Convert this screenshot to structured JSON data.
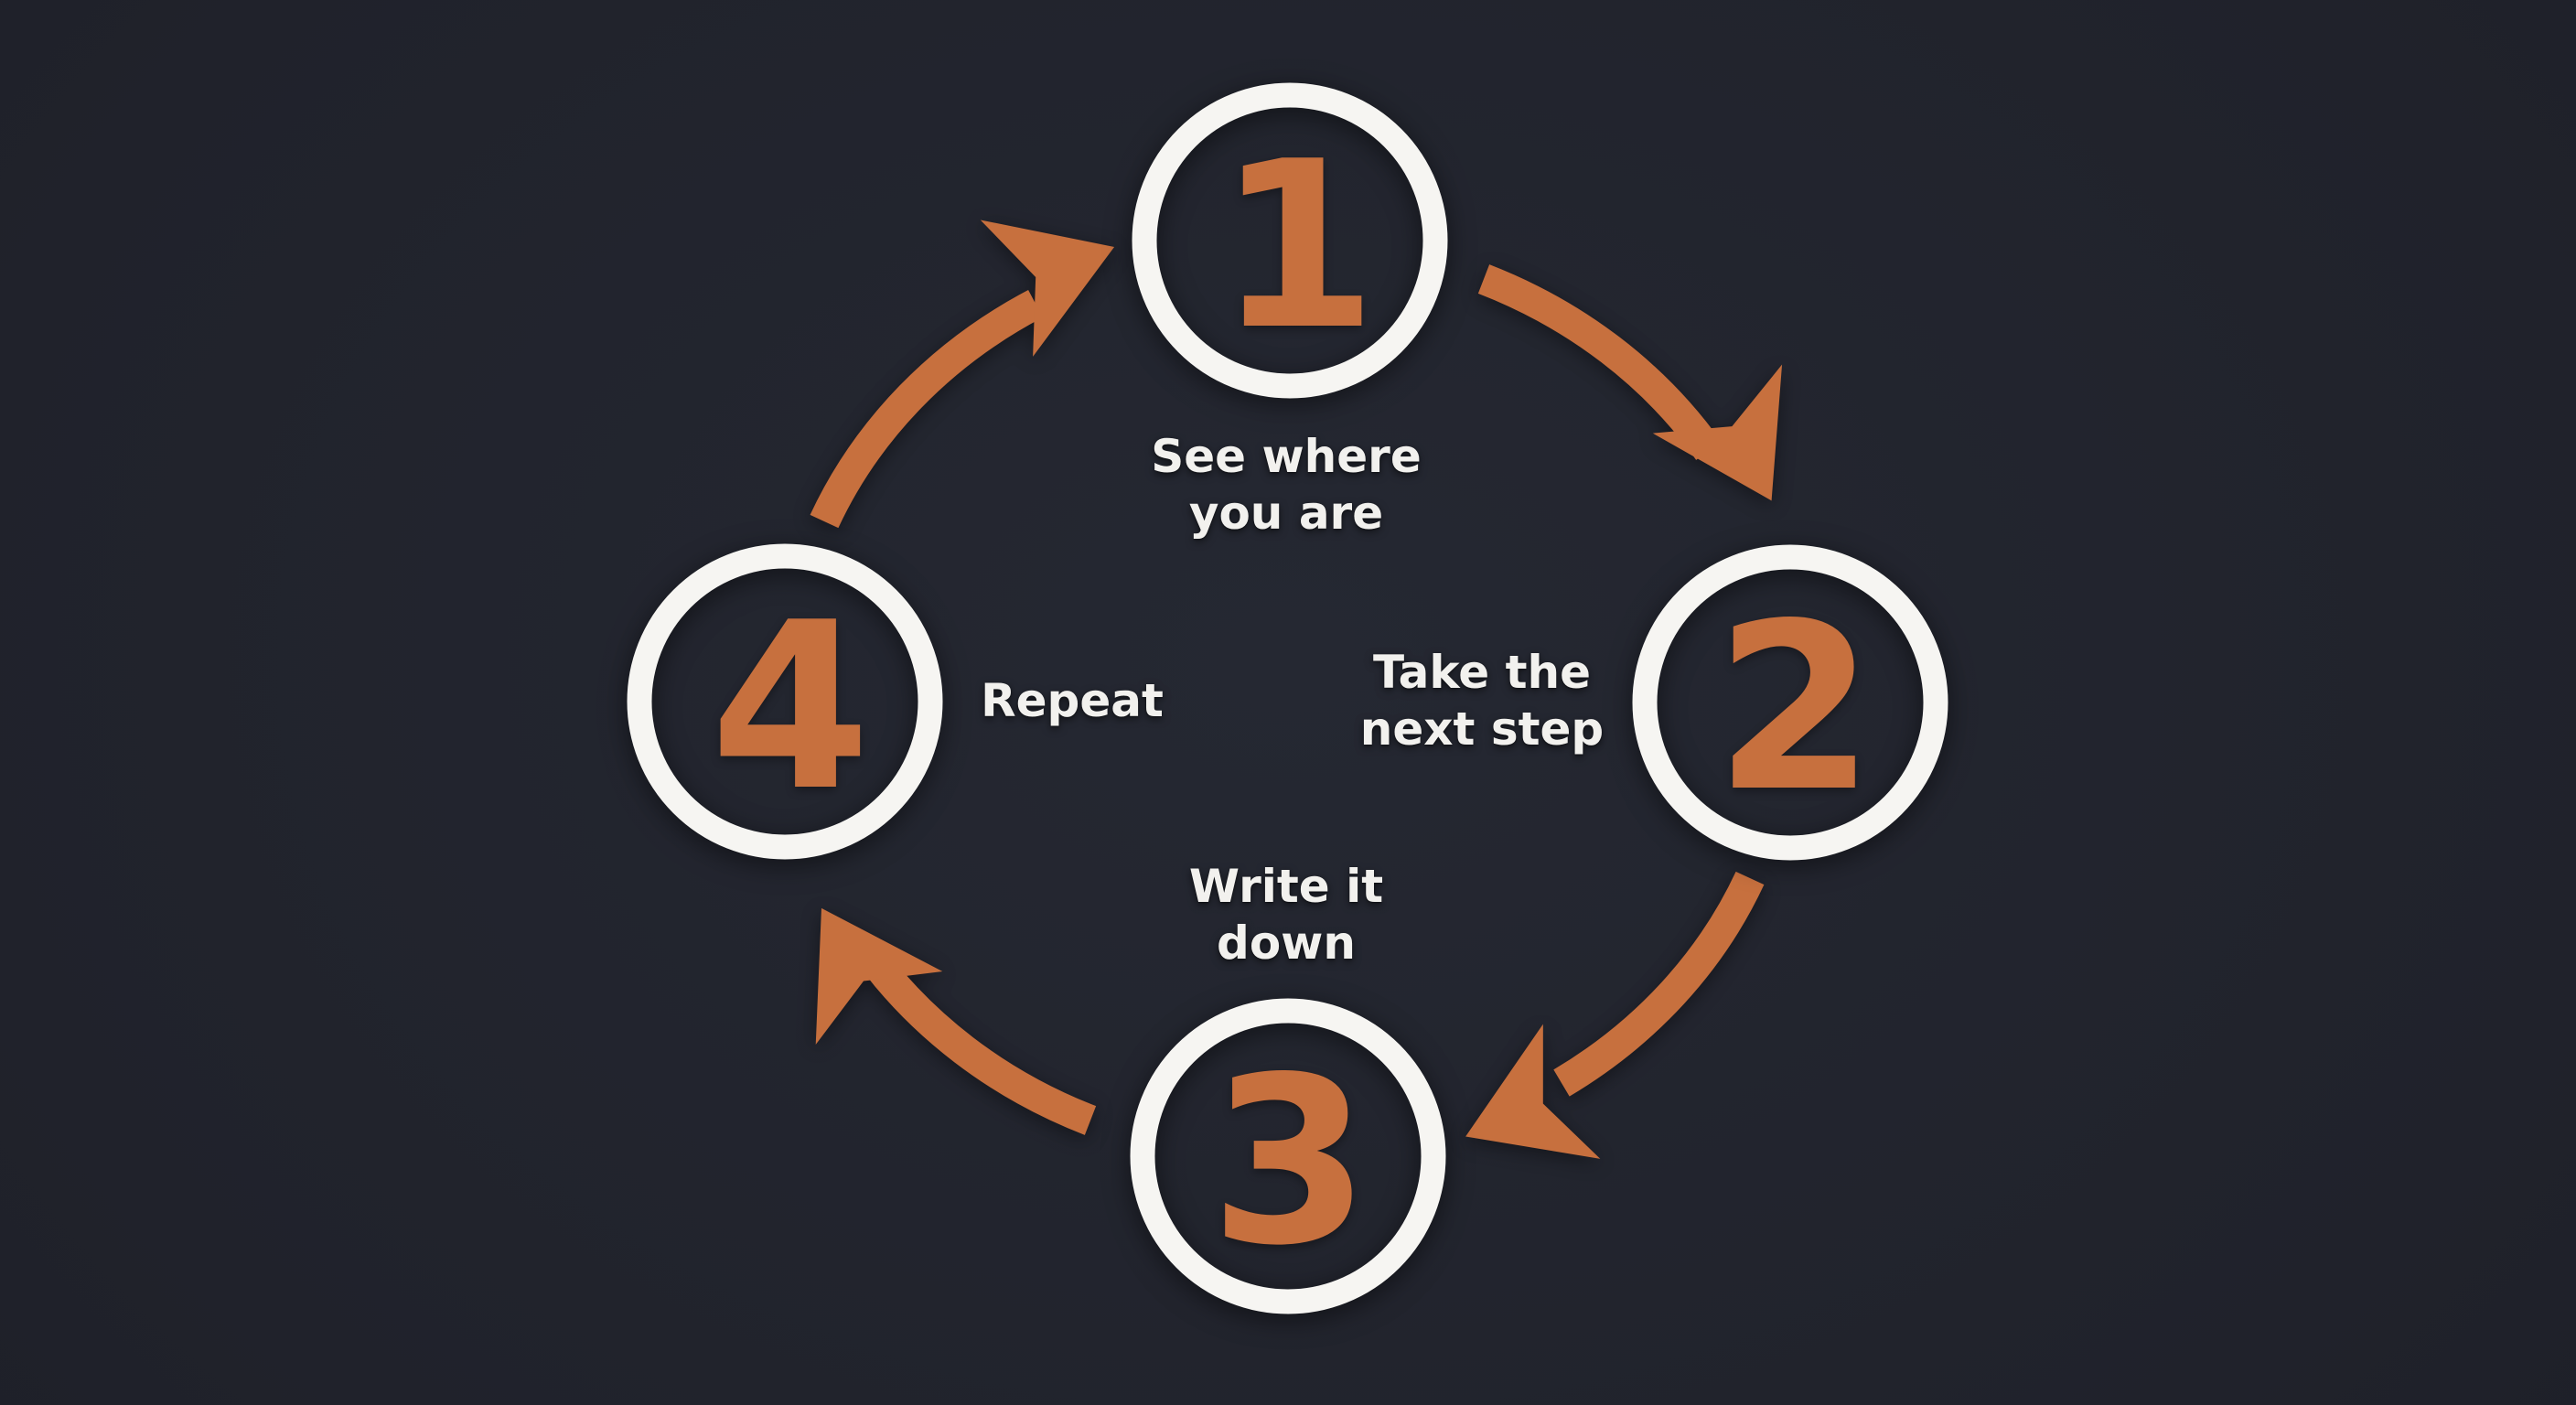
{
  "diagram": {
    "kind": "four-step-cycle",
    "direction": "clockwise",
    "steps": [
      {
        "number": "1",
        "label": "See where\nyou are",
        "position": "top"
      },
      {
        "number": "2",
        "label": "Take the\nnext step",
        "position": "right"
      },
      {
        "number": "3",
        "label": "Write it\ndown",
        "position": "bottom"
      },
      {
        "number": "4",
        "label": "Repeat",
        "position": "left"
      }
    ]
  },
  "colors": {
    "background": "#20222b",
    "arrow_orange": "#c7703e",
    "circle_white": "#f6f5f2",
    "number_orange": "#c7703e",
    "label_white": "#f2f1ee"
  }
}
